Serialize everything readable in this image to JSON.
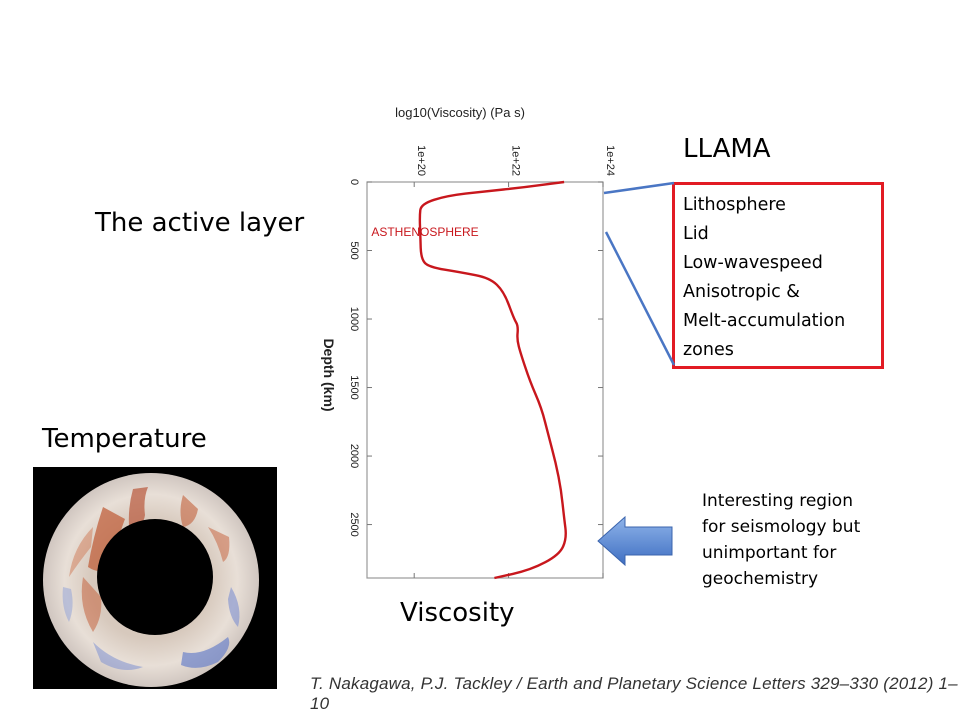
{
  "labels": {
    "active_layer": "The active layer",
    "temperature": "Temperature",
    "viscosity": "Viscosity",
    "llama_title": "LLAMA"
  },
  "llama_items": [
    "Lithosphere",
    "Lid",
    "Low-wavespeed",
    "Anisotropic &",
    "Melt-accumulation",
    "zones"
  ],
  "note_lines": [
    "Interesting region",
    "for seismology but",
    "unimportant for",
    "geochemistry"
  ],
  "citation": "T. Nakagawa, P.J. Tackley / Earth and Planetary Science Letters 329–330 (2012) 1–10",
  "colors": {
    "profile_line": "#c8171d",
    "llama_border": "#e21b23",
    "arrow_fill": "#5b8ed6",
    "connector": "#4a76c4"
  },
  "chart_data": {
    "type": "line",
    "title": "log10(Viscosity) (Pa s)",
    "xlabel": "log10(Viscosity) (Pa s)",
    "ylabel": "Depth (km)",
    "x_scale": "log",
    "x_ticks": [
      "1e+20",
      "1e+22",
      "1e+24"
    ],
    "y_ticks": [
      "0",
      "500",
      "1000",
      "1500",
      "2000",
      "2500"
    ],
    "xlim": [
      1e+19,
      1e+24
    ],
    "ylim": [
      2890,
      0
    ],
    "annotation": "ASTHENOSPHERE",
    "series": [
      {
        "points": [
          [
            1.5e+23,
            0
          ],
          [
            2e+22,
            40
          ],
          [
            3e+21,
            70
          ],
          [
            5e+20,
            100
          ],
          [
            1.4e+20,
            160
          ],
          [
            1.3e+20,
            250
          ],
          [
            1.35e+20,
            400
          ],
          [
            1.4e+20,
            560
          ],
          [
            2e+20,
            620
          ],
          [
            1e+21,
            660
          ],
          [
            4e+21,
            700
          ],
          [
            8e+21,
            800
          ],
          [
            1.3e+22,
            1000
          ],
          [
            1.6e+22,
            1050
          ],
          [
            1.5e+22,
            1150
          ],
          [
            1.8e+22,
            1250
          ],
          [
            2.8e+22,
            1450
          ],
          [
            5e+22,
            1650
          ],
          [
            7e+22,
            1850
          ],
          [
            1e+23,
            2050
          ],
          [
            1.3e+23,
            2250
          ],
          [
            1.5e+23,
            2450
          ],
          [
            1.7e+23,
            2600
          ],
          [
            1.2e+23,
            2720
          ],
          [
            3e+22,
            2830
          ],
          [
            5e+21,
            2890
          ]
        ]
      }
    ]
  }
}
